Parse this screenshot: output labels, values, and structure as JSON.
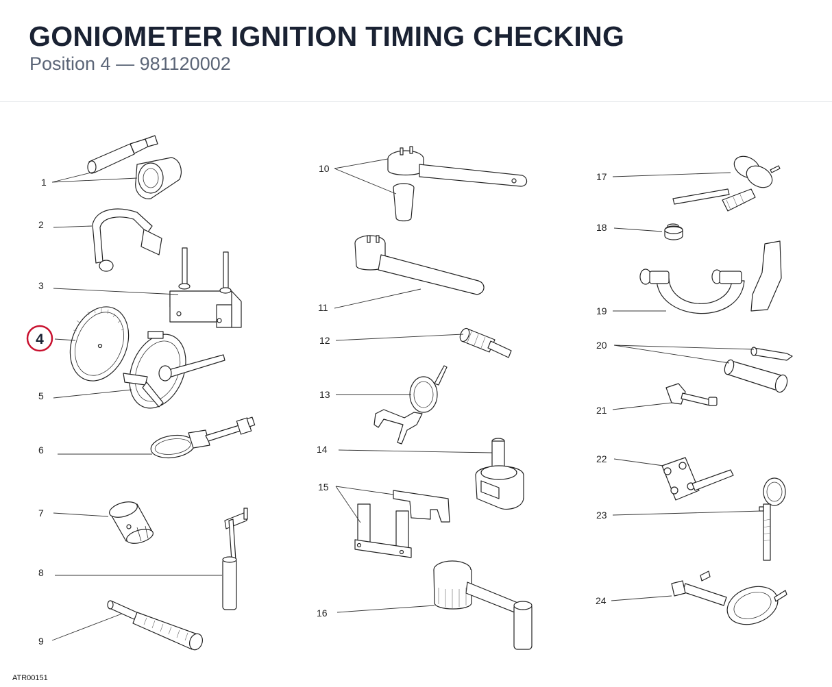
{
  "header": {
    "title": "GONIOMETER IGNITION TIMING CHECKING",
    "position_label": "Position 4",
    "separator": "—",
    "part_number": "981120002"
  },
  "highlight": {
    "number": "4",
    "color": "#c8102e"
  },
  "callouts": {
    "c1": "1",
    "c2": "2",
    "c3": "3",
    "c5": "5",
    "c6": "6",
    "c7": "7",
    "c8": "8",
    "c9": "9",
    "c10": "10",
    "c11": "11",
    "c12": "12",
    "c13": "13",
    "c14": "14",
    "c15": "15",
    "c16": "16",
    "c17": "17",
    "c18": "18",
    "c19": "19",
    "c20": "20",
    "c21": "21",
    "c22": "22",
    "c23": "23",
    "c24": "24"
  },
  "footer": {
    "drawing_code": "ATR00151"
  }
}
